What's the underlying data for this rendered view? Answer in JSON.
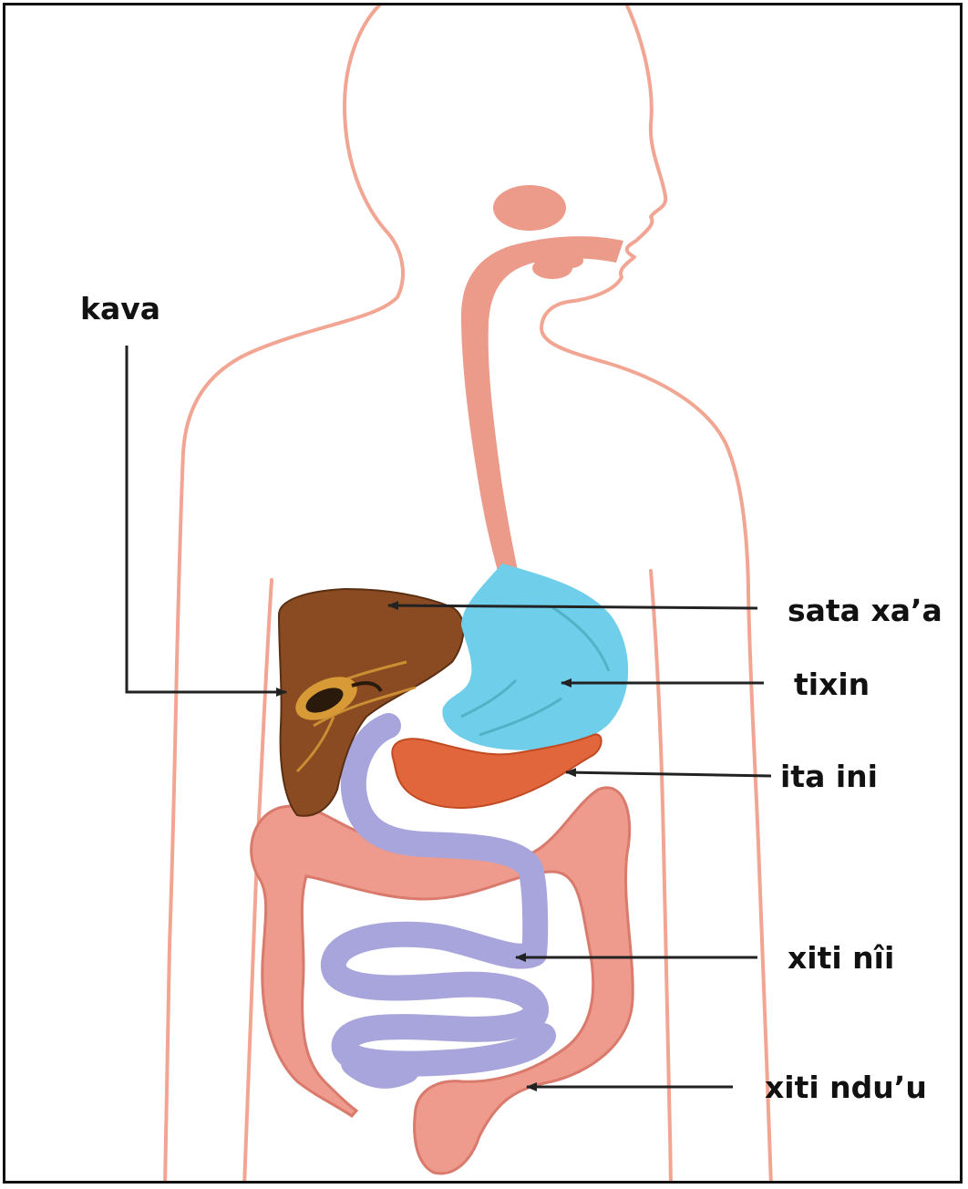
{
  "diagram": {
    "labels": {
      "liver": "sata xa’a",
      "stomach": "tixin",
      "pancreas": "ita ini",
      "small_intestine": "xiti nîi",
      "large_intestine": "xiti ndu’u",
      "gallbladder": "kava"
    },
    "colors": {
      "outline": "#f2a592",
      "esophagus": "#ec9a8a",
      "liver": "#8a4a22",
      "stomach": "#6fcfea",
      "pancreas": "#e2663c",
      "small_intestine": "#a7a5dc",
      "large_intestine": "#ee9a8c",
      "leader": "#222222"
    }
  }
}
